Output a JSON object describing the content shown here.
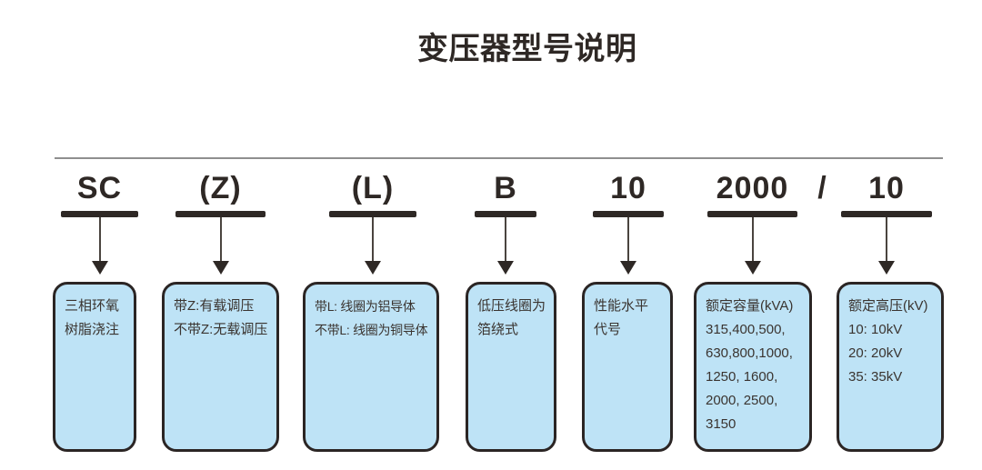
{
  "title": "变压器型号说明",
  "diagram": {
    "separator": "/",
    "items": [
      {
        "code": "SC",
        "lines": [
          "三相环氧",
          "树脂浇注"
        ]
      },
      {
        "code": "(Z)",
        "lines": [
          "带Z:有载调压",
          "不带Z:无载调压"
        ]
      },
      {
        "code": "(L)",
        "lines": [
          "带L: 线圈为铝导体",
          "不带L: 线圈为铜导体"
        ]
      },
      {
        "code": "B",
        "lines": [
          "低压线圈为",
          "箔绕式"
        ]
      },
      {
        "code": "10",
        "lines": [
          "性能水平",
          "代号"
        ]
      },
      {
        "code": "2000",
        "lines": [
          "额定容量(kVA)",
          "315,400,500,",
          "630,800,1000,",
          "1250, 1600,",
          "2000, 2500,",
          "3150"
        ]
      },
      {
        "code": "10",
        "lines": [
          "额定高压(kV)",
          "10: 10kV",
          "20: 20kV",
          "35: 35kV"
        ]
      }
    ]
  },
  "colors": {
    "box_fill": "#bee3f6",
    "box_border": "#2b2524",
    "ink": "#2e2825",
    "box_text": "#3a3430",
    "divider": "#8f8f8f"
  }
}
